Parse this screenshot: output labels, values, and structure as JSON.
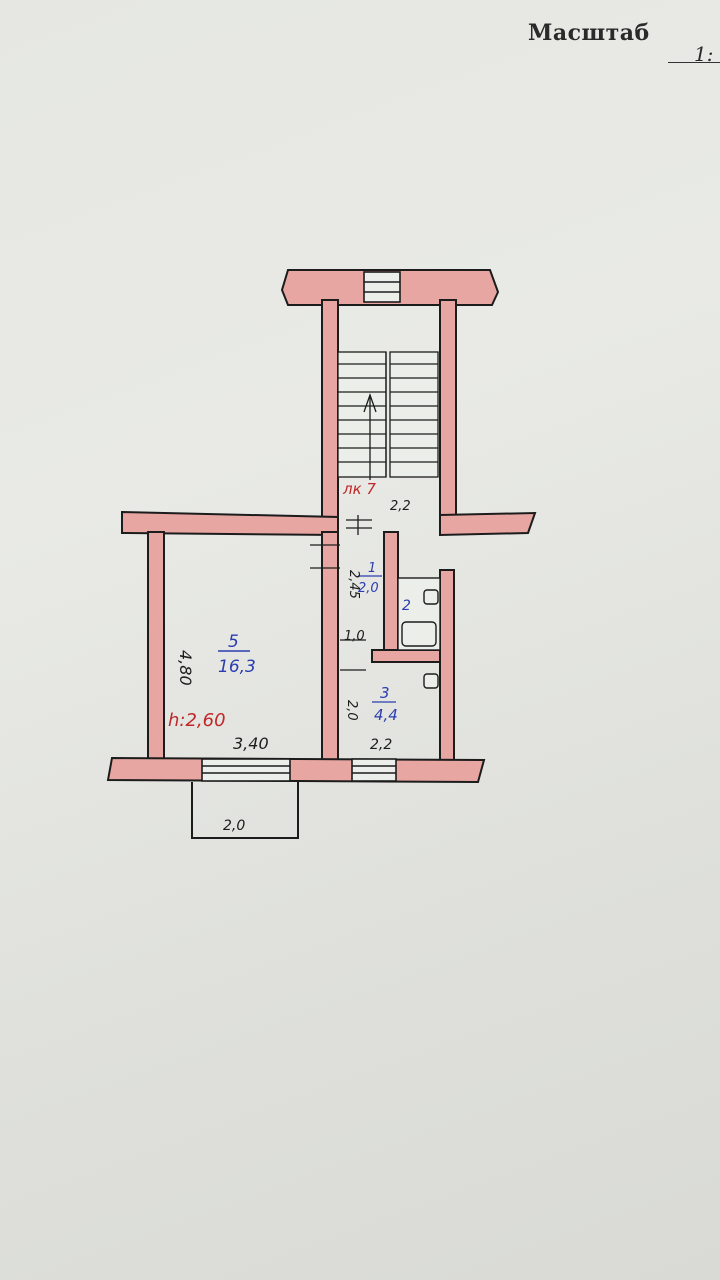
{
  "header": {
    "scale_label": "Масштаб",
    "scale_value": "1:"
  },
  "rooms": {
    "room5": {
      "number": "5",
      "area": "16,3"
    },
    "room3": {
      "number": "3",
      "area": "4,4"
    },
    "room1": {
      "number": "1",
      "area": "2,0"
    },
    "room2": {
      "number": "2"
    },
    "stair": {
      "label": "лк 7"
    }
  },
  "dims": {
    "d480": "4,80",
    "d340": "3,40",
    "h260": "h:2,60",
    "d245": "2,45",
    "d10": "1,0",
    "d20v": "2,0",
    "d22": "2,2",
    "d22top": "2,2",
    "d20": "2,0"
  },
  "colors": {
    "wall": "#e7a6a1",
    "ink": "#1c1c1c",
    "blue": "#2a3db0",
    "red": "#c0282a"
  }
}
